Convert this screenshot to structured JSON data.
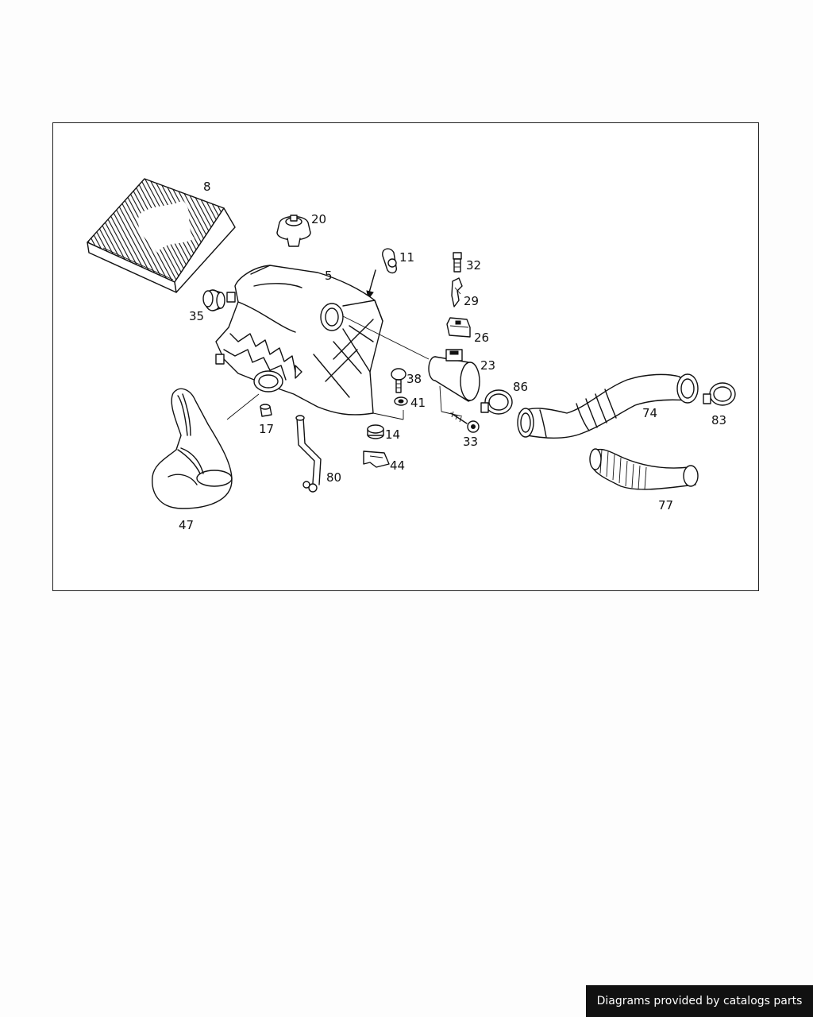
{
  "diagram": {
    "callouts": {
      "p8": "8",
      "p20": "20",
      "p11": "11",
      "p32": "32",
      "p5": "5",
      "p29": "29",
      "p35": "35",
      "p26": "26",
      "p23": "23",
      "p38": "38",
      "p86": "86",
      "p41": "41",
      "p74": "74",
      "p83": "83",
      "p17": "17",
      "p14": "14",
      "p33": "33",
      "p44": "44",
      "p80": "80",
      "p77": "77",
      "p47": "47"
    }
  },
  "footer": {
    "credit": "Diagrams provided by catalogs parts"
  }
}
